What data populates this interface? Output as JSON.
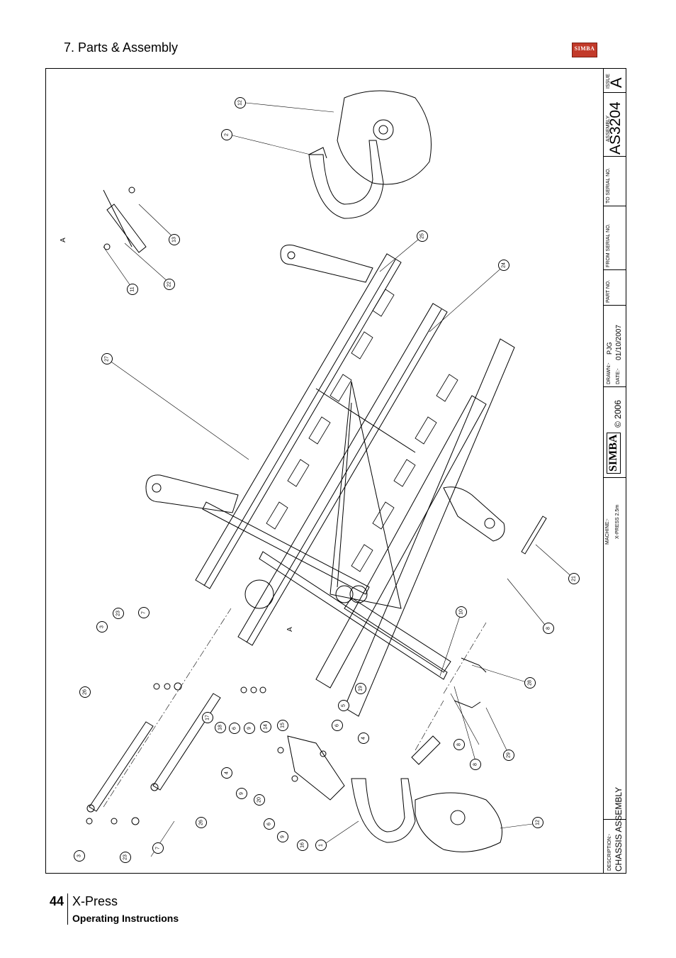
{
  "header": {
    "section_title": "7. Parts & Assembly",
    "logo_text": "SIMBA"
  },
  "drawing": {
    "view_label_1": "A",
    "view_label_2": "A",
    "callouts": [
      "12",
      "2",
      "13",
      "22",
      "11",
      "25",
      "24",
      "27",
      "21",
      "8",
      "10",
      "28",
      "29",
      "8",
      "8",
      "12",
      "1",
      "16",
      "9",
      "6",
      "20",
      "9",
      "4",
      "4",
      "6",
      "5",
      "19",
      "15",
      "14",
      "9",
      "6",
      "18",
      "17",
      "26",
      "26",
      "3",
      "23",
      "7",
      "3",
      "23",
      "7"
    ]
  },
  "title_block": {
    "issue_label": "ISSUE",
    "issue": "A",
    "assembly_label": "ASSEMBLY",
    "assembly_no": "AS3204",
    "to_serial_label": "TO SERIAL NO.",
    "from_serial_label": "FROM SERIAL NO.",
    "part_no_label": "PART NO.",
    "drawn_label": "DRAWN:-",
    "drawn_value": "PJG",
    "date_label": "DATE:-",
    "date_value": "01/10/2007",
    "copyright": "© 2006",
    "brand": "SIMBA",
    "machine_label": "MACHINE:-",
    "machine_value": "X-PRESS 2.5m",
    "description_label": "DESCRIPTION:-",
    "description_value": "CHASSIS ASSEMBLY"
  },
  "footer": {
    "page_number": "44",
    "title": "X-Press",
    "subtitle": "Operating Instructions"
  }
}
